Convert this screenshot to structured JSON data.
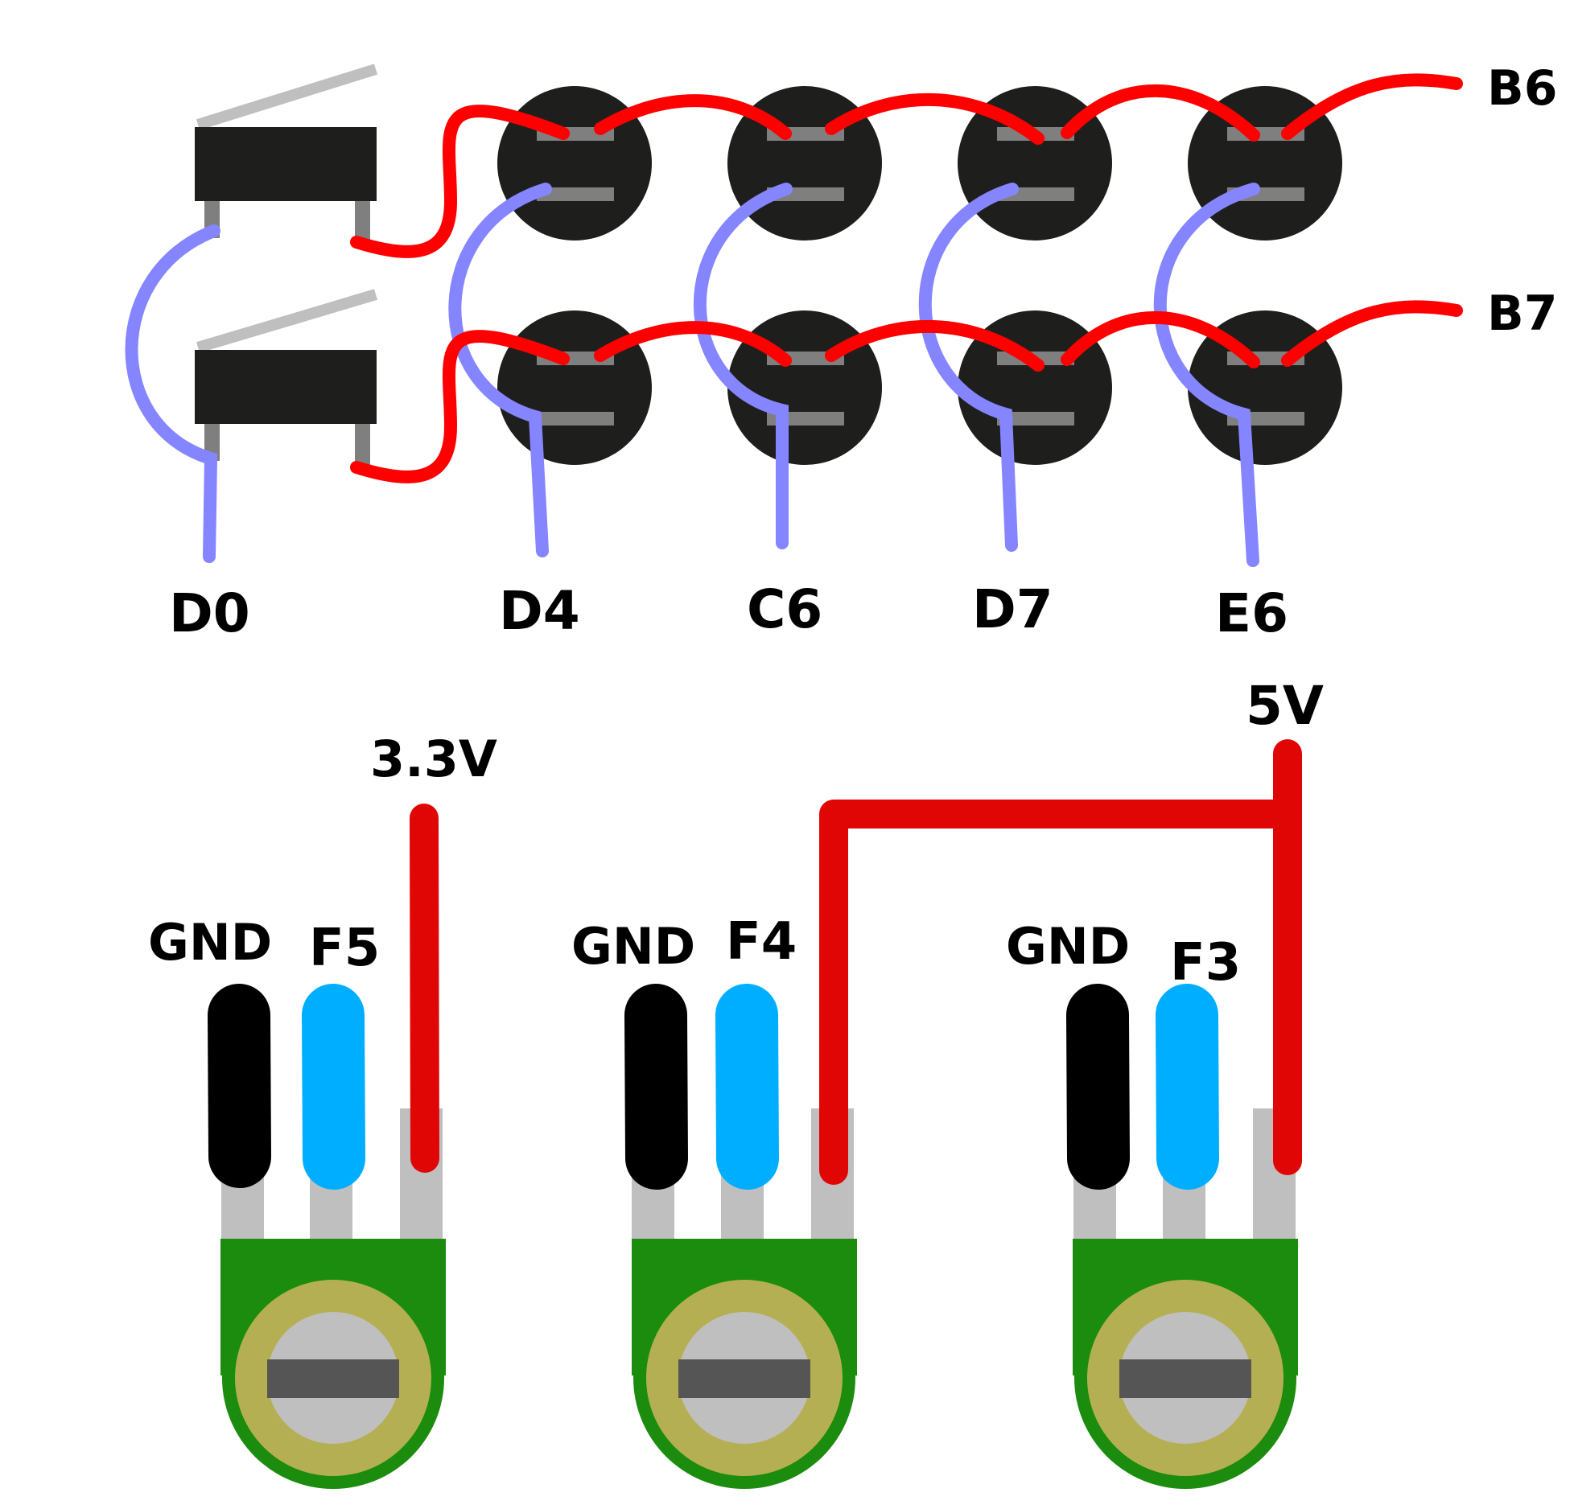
{
  "colors": {
    "background": "#ffffff",
    "signal_wire": "#ff0000",
    "ground_wire_blue": "#8585ff",
    "power_wire": "#e00606",
    "gnd_wire": "#000000",
    "data_wire": "#00aeff",
    "button_body": "#1e1f1d",
    "button_lead": "#7f7f7f",
    "pot_body": "#1b8c0d",
    "pot_ring": "#b5af53",
    "pot_knob": "#bfbfbf",
    "pot_slot": "#555555",
    "pot_leg": "#bfbfbf",
    "switch_lever": "#bfbfbf"
  },
  "labels": {
    "row_b6": "B6",
    "row_b7": "B7",
    "col_d0": "D0",
    "col_d4": "D4",
    "col_c6": "C6",
    "col_d7": "D7",
    "col_e6": "E6",
    "supply_3v3": "3.3V",
    "supply_5v": "5V",
    "pot1_gnd": "GND",
    "pot1_signal": "F5",
    "pot2_gnd": "GND",
    "pot2_signal": "F4",
    "pot3_gnd": "GND",
    "pot3_signal": "F3"
  },
  "components": {
    "switches": [
      "lever-switch",
      "lever-switch"
    ],
    "buttons": [
      "push-button",
      "push-button",
      "push-button",
      "push-button",
      "push-button",
      "push-button",
      "push-button",
      "push-button"
    ],
    "potentiometers": [
      "potentiometer",
      "potentiometer",
      "potentiometer"
    ]
  }
}
